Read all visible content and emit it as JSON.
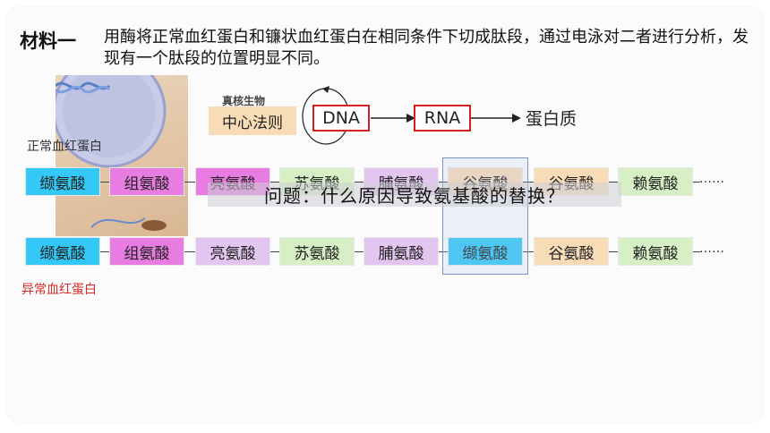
{
  "heading": {
    "label": "材料一",
    "text": "用酶将正常血红蛋白和镰状血红蛋白在相同条件下切成肽段，通过电泳对二者进行分析，发现有一个肽段的位置明显不同。"
  },
  "dogma": {
    "subtitle": "真核生物",
    "box": "中心法则",
    "dna": "DNA",
    "rna": "RNA",
    "protein": "蛋白质"
  },
  "labels": {
    "normal": "正常血红蛋白",
    "abnormal": "异常血红蛋白"
  },
  "normal_chain": [
    {
      "name": "缬氨酸",
      "color": "#33c8f5"
    },
    {
      "name": "组氨酸",
      "color": "#e87ce0"
    },
    {
      "name": "亮氨酸",
      "color": "#e87ce0"
    },
    {
      "name": "苏氨酸",
      "color": "#d6efc4"
    },
    {
      "name": "脯氨酸",
      "color": "#e3c6f0"
    },
    {
      "name": "谷氨酸",
      "color": "#f8dcb8"
    },
    {
      "name": "谷氨酸",
      "color": "#f8dcb8"
    },
    {
      "name": "赖氨酸",
      "color": "#d6efc4"
    }
  ],
  "abnormal_chain": [
    {
      "name": "缬氨酸",
      "color": "#33c8f5"
    },
    {
      "name": "组氨酸",
      "color": "#e87ce0"
    },
    {
      "name": "亮氨酸",
      "color": "#e3c6f0"
    },
    {
      "name": "苏氨酸",
      "color": "#d6efc4"
    },
    {
      "name": "脯氨酸",
      "color": "#e3c6f0"
    },
    {
      "name": "缬氨酸",
      "color": "#33c8f5"
    },
    {
      "name": "谷氨酸",
      "color": "#f8dcb8"
    },
    {
      "name": "赖氨酸",
      "color": "#d6efc4"
    }
  ],
  "ellipsis": "……",
  "question": "问题：什么原因导致氨基酸的替换？"
}
